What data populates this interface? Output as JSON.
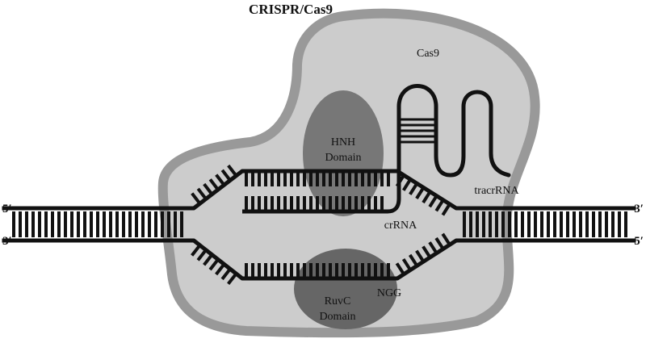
{
  "title": "CRISPR/Cas9",
  "labels": {
    "cas9": "Cas9",
    "hnh_line1": "HNH",
    "hnh_line2": "Domain",
    "ruvc_line1": "RuvC",
    "ruvc_line2": "Domain",
    "tracrrna": "tracrRNA",
    "crrna": "crRNA",
    "ngg": "NGG"
  },
  "dna_ends": {
    "left_top": "5′",
    "left_bottom": "3′",
    "right_top": "3′",
    "right_bottom": "5′"
  },
  "colors": {
    "protein_outer": "#999999",
    "protein_inner": "#cccccc",
    "domain_hnh": "#777777",
    "domain_ruvc": "#666666",
    "strand": "#111111"
  }
}
